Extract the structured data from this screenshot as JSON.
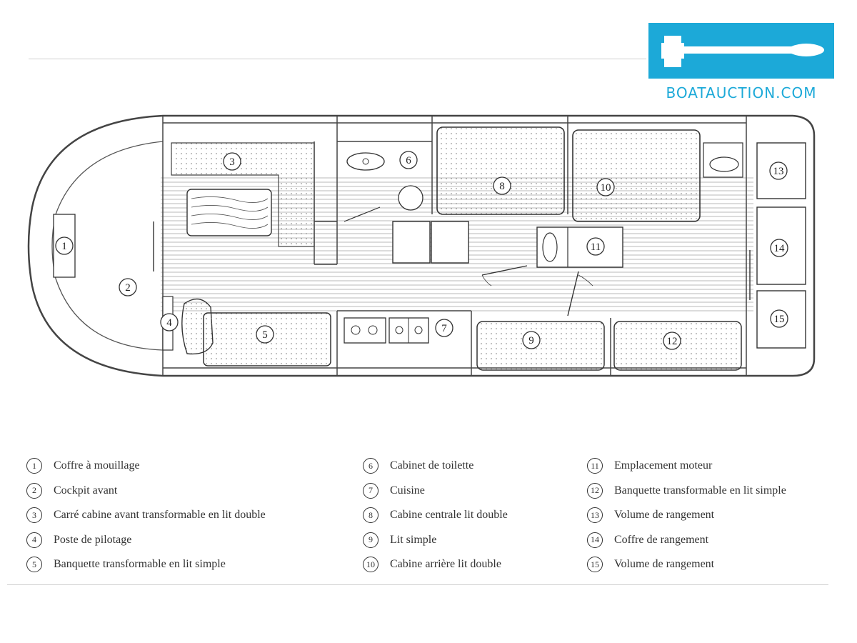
{
  "brand": {
    "name": "BOATAUCTION.COM",
    "icon": "gavel-icon",
    "color": "#1ca9d8"
  },
  "zones": [
    "1",
    "2",
    "3",
    "4",
    "5",
    "6",
    "7",
    "8",
    "9",
    "10",
    "11",
    "12",
    "13",
    "14",
    "15"
  ],
  "legend": [
    {
      "num": "1",
      "label": "Coffre à mouillage"
    },
    {
      "num": "2",
      "label": "Cockpit avant"
    },
    {
      "num": "3",
      "label": "Carré cabine avant transformable en lit double"
    },
    {
      "num": "4",
      "label": "Poste de pilotage"
    },
    {
      "num": "5",
      "label": "Banquette transformable en lit simple"
    },
    {
      "num": "6",
      "label": "Cabinet de toilette"
    },
    {
      "num": "7",
      "label": "Cuisine"
    },
    {
      "num": "8",
      "label": "Cabine centrale lit double"
    },
    {
      "num": "9",
      "label": "Lit simple"
    },
    {
      "num": "10",
      "label": "Cabine arrière lit double"
    },
    {
      "num": "11",
      "label": "Emplacement moteur"
    },
    {
      "num": "12",
      "label": "Banquette transformable en lit simple"
    },
    {
      "num": "13",
      "label": "Volume de rangement"
    },
    {
      "num": "14",
      "label": "Coffre de rangement"
    },
    {
      "num": "15",
      "label": "Volume de rangement"
    }
  ]
}
